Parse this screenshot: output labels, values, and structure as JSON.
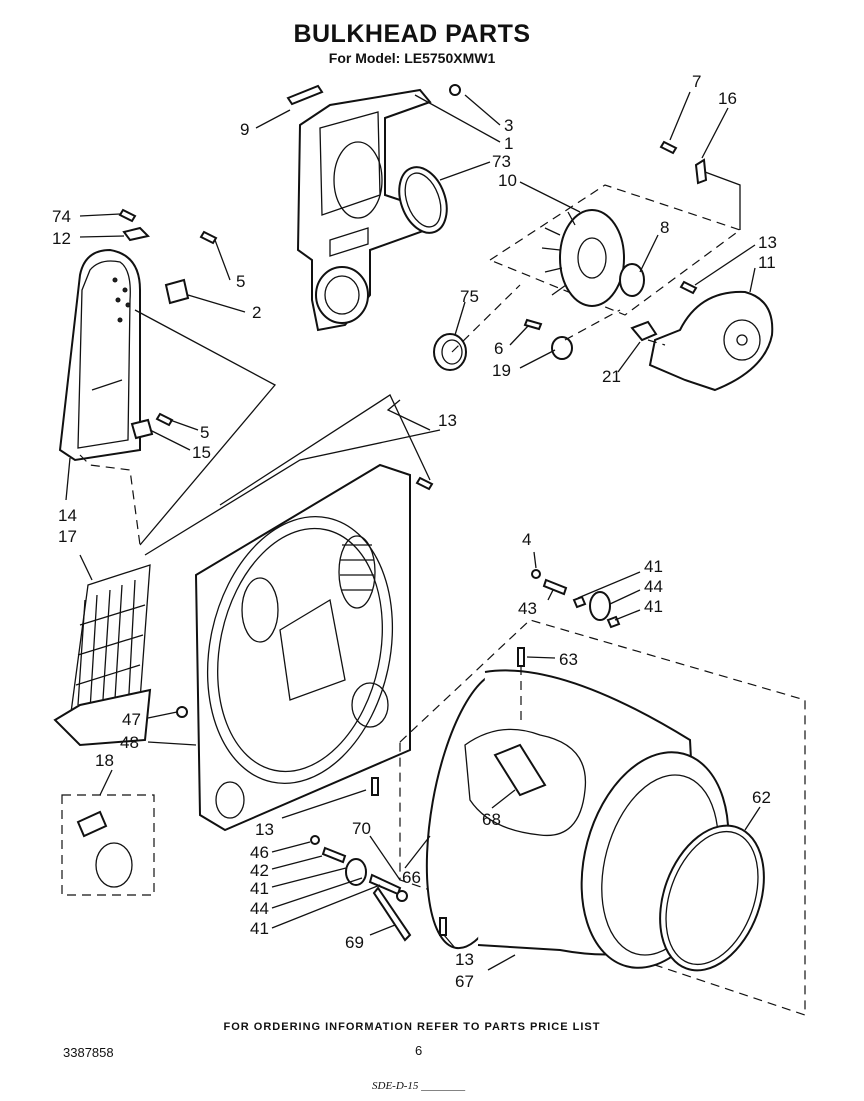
{
  "header": {
    "title": "BULKHEAD PARTS",
    "subtitle": "For Model: LE5750XMW1"
  },
  "footer": {
    "ordering_note": "FOR ORDERING INFORMATION REFER TO PARTS PRICE LIST",
    "doc_number": "3387858",
    "page_number": "6",
    "code": "SDE-D-15 ________"
  },
  "callouts": [
    {
      "id": "c-9",
      "text": "9"
    },
    {
      "id": "c-3",
      "text": "3"
    },
    {
      "id": "c-1",
      "text": "1"
    },
    {
      "id": "c-73",
      "text": "73"
    },
    {
      "id": "c-7",
      "text": "7"
    },
    {
      "id": "c-16",
      "text": "16"
    },
    {
      "id": "c-10",
      "text": "10"
    },
    {
      "id": "c-74",
      "text": "74"
    },
    {
      "id": "c-12",
      "text": "12"
    },
    {
      "id": "c-5a",
      "text": "5"
    },
    {
      "id": "c-2",
      "text": "2"
    },
    {
      "id": "c-8",
      "text": "8"
    },
    {
      "id": "c-13a",
      "text": "13"
    },
    {
      "id": "c-11",
      "text": "11"
    },
    {
      "id": "c-75",
      "text": "75"
    },
    {
      "id": "c-6",
      "text": "6"
    },
    {
      "id": "c-19",
      "text": "19"
    },
    {
      "id": "c-21",
      "text": "21"
    },
    {
      "id": "c-5b",
      "text": "5"
    },
    {
      "id": "c-15",
      "text": "15"
    },
    {
      "id": "c-13b",
      "text": "13"
    },
    {
      "id": "c-14",
      "text": "14"
    },
    {
      "id": "c-17",
      "text": "17"
    },
    {
      "id": "c-4",
      "text": "4"
    },
    {
      "id": "c-41a",
      "text": "41"
    },
    {
      "id": "c-44a",
      "text": "44"
    },
    {
      "id": "c-43",
      "text": "43"
    },
    {
      "id": "c-41b",
      "text": "41"
    },
    {
      "id": "c-63",
      "text": "63"
    },
    {
      "id": "c-47",
      "text": "47"
    },
    {
      "id": "c-48",
      "text": "48"
    },
    {
      "id": "c-18",
      "text": "18"
    },
    {
      "id": "c-62",
      "text": "62"
    },
    {
      "id": "c-68",
      "text": "68"
    },
    {
      "id": "c-13c",
      "text": "13"
    },
    {
      "id": "c-70",
      "text": "70"
    },
    {
      "id": "c-46",
      "text": "46"
    },
    {
      "id": "c-42",
      "text": "42"
    },
    {
      "id": "c-66",
      "text": "66"
    },
    {
      "id": "c-41c",
      "text": "41"
    },
    {
      "id": "c-44b",
      "text": "44"
    },
    {
      "id": "c-41d",
      "text": "41"
    },
    {
      "id": "c-69",
      "text": "69"
    },
    {
      "id": "c-13d",
      "text": "13"
    },
    {
      "id": "c-67",
      "text": "67"
    }
  ]
}
